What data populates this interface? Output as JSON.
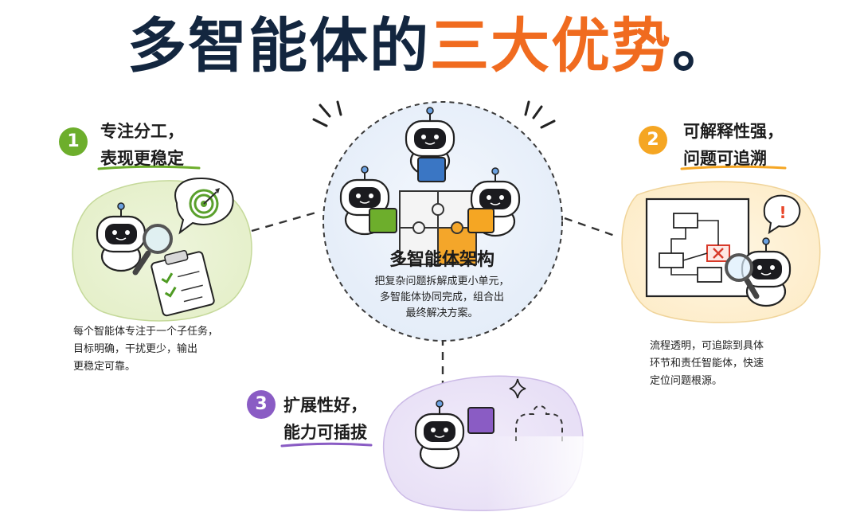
{
  "title": {
    "part1": "多智能体的",
    "part2": "三大优势",
    "part3": "。"
  },
  "colors": {
    "title_dark": "#13263f",
    "title_accent": "#f06b1f",
    "green": "#6dae2c",
    "orange": "#f5a623",
    "purple": "#8a5cc4",
    "blue": "#3a76c4"
  },
  "center": {
    "title": "多智能体架构",
    "desc": [
      "把复杂问题拆解成更小单元，",
      "多智能体协同完成，组合出",
      "最终解决方案。"
    ]
  },
  "advantages": [
    {
      "number": "1",
      "heading": [
        "专注分工，",
        "表现更稳定"
      ],
      "desc": [
        "每个智能体专注于一个子任务，",
        "目标明确，干扰更少，输出",
        "更稳定可靠。"
      ],
      "icon": "magnifier-target-icon"
    },
    {
      "number": "2",
      "heading": [
        "可解释性强，",
        "问题可追溯"
      ],
      "desc": [
        "流程透明，可追踪到具体",
        "环节和责任智能体，快速",
        "定位问题根源。"
      ],
      "icon": "flowchart-magnifier-icon"
    },
    {
      "number": "3",
      "heading": [
        "扩展性好，",
        "能力可插拔"
      ],
      "desc": [],
      "icon": "puzzle-plugin-icon"
    }
  ],
  "callout_mark": "!"
}
